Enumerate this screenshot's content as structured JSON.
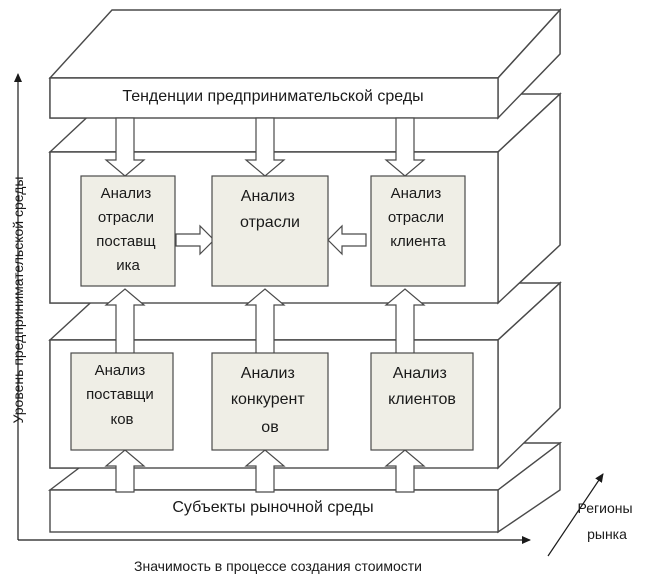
{
  "diagram": {
    "top_layer_label": "Тенденции предпринимательской среды",
    "bottom_layer_label": "Субъекты рыночной среды",
    "upper_boxes": [
      {
        "lines": [
          "Анализ",
          "отрасли",
          "поставщ",
          "ика"
        ]
      },
      {
        "lines": [
          "Анализ",
          "отрасли"
        ]
      },
      {
        "lines": [
          "Анализ",
          "отрасли",
          "клиента"
        ]
      }
    ],
    "lower_boxes": [
      {
        "lines": [
          "Анализ",
          "поставщи",
          "ков"
        ]
      },
      {
        "lines": [
          "Анализ",
          "конкурент",
          "ов"
        ]
      },
      {
        "lines": [
          "Анализ",
          "клиентов"
        ]
      }
    ],
    "axes": {
      "vertical": "Уровень предпринимательской  среды",
      "horizontal": "Значимость в процессе создания стоимости",
      "depth": [
        "Регионы",
        "рынка"
      ]
    },
    "colors": {
      "box_fill": "#efeee6",
      "layer_fill": "#ffffff",
      "stroke": "#4a4a4a"
    }
  }
}
